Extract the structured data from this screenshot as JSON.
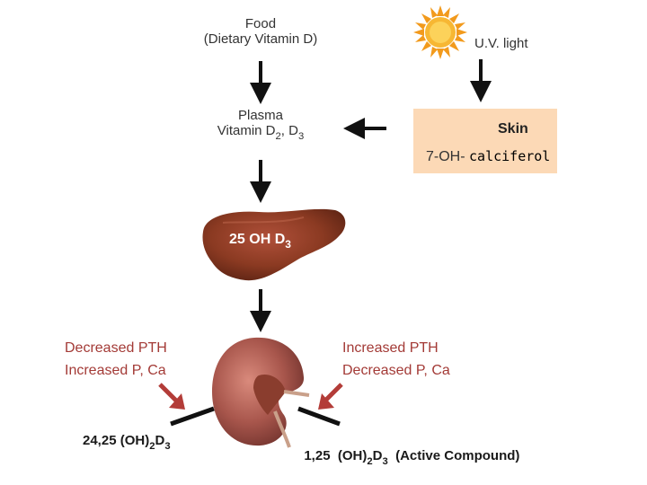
{
  "food": {
    "line1": "Food",
    "line2": "(Dietary Vitamin D)"
  },
  "sun": {
    "label": "U.V. light"
  },
  "plasma": {
    "line1": "Plasma",
    "line2_prefix": "Vitamin D",
    "sub1": "2",
    "mid": ", D",
    "sub2": "3"
  },
  "skin": {
    "title": "Skin",
    "compound_prefix": "7-OH-",
    "compound_suffix": "calciferol"
  },
  "liver": {
    "label_prefix": "25 OH D",
    "sub": "3"
  },
  "left_regulation": {
    "line1": "Decreased PTH",
    "line2": "Increased P, Ca"
  },
  "right_regulation": {
    "line1": "Increased PTH",
    "line2": "Decreased P, Ca"
  },
  "left_product": {
    "prefix": "24,25 (OH)",
    "sub1": "2",
    "mid": "D",
    "sub2": "3"
  },
  "right_product": {
    "prefix": "1,25  (OH)",
    "sub1": "2",
    "mid": "D",
    "sub2": "3",
    "suffix": "  (Active Compound)"
  },
  "colors": {
    "skin_box": "#fcd9b6",
    "regulation_text": "#a33a36",
    "liver": "#8b3a22",
    "kidney": "#a8564c",
    "sun": "#f5a623"
  },
  "icons": [
    "sun-icon",
    "liver-icon",
    "kidney-icon"
  ]
}
